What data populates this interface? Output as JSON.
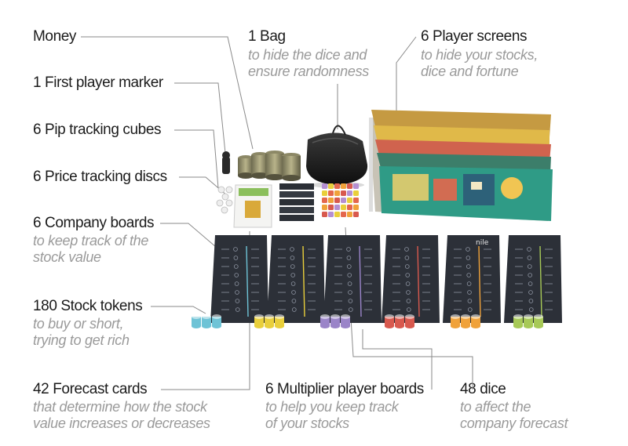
{
  "labels": {
    "money": "Money",
    "first_player": "1 First player marker",
    "pip_cubes": "6 Pip tracking cubes",
    "price_discs": "6 Price tracking discs",
    "company_boards": "6 Company boards",
    "company_boards_sub": [
      "to keep track of the",
      "stock value"
    ],
    "stock_tokens": "180 Stock tokens",
    "stock_tokens_sub": [
      "to buy or short,",
      "trying to get rich"
    ],
    "forecast_cards": "42 Forecast cards",
    "forecast_cards_sub": [
      "that determine how the stock",
      "value increases or decreases"
    ],
    "bag": "1 Bag",
    "bag_sub": [
      "to hide the dice and",
      "ensure randomness"
    ],
    "screens": "6 Player screens",
    "screens_sub": [
      "to hide your stocks,",
      "dice and fortune"
    ],
    "multiplier": "6 Multiplier player boards",
    "multiplier_sub": [
      "to help you keep track",
      "of your stocks"
    ],
    "dice": "48 dice",
    "dice_sub": [
      "to affect the",
      "company forecast"
    ]
  },
  "company_names": [
    "",
    "",
    "",
    "",
    "nile",
    ""
  ],
  "colors": {
    "text": "#1b1b1b",
    "subtext": "#9a9a9a",
    "leader": "#8a8a8a",
    "board": "#2c3038",
    "company_accents": [
      "#6ec3d6",
      "#e9cf3b",
      "#9a84c8",
      "#d8594e",
      "#f0a23a",
      "#a7c957"
    ]
  }
}
